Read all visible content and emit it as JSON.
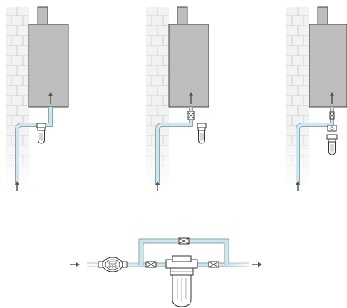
{
  "colors": {
    "background": "#ffffff",
    "brick_fill": "#f2f2f2",
    "brick_mortar": "#cfcfcf",
    "heater_fill": "#bdbdbd",
    "heater_stroke": "#444444",
    "pipe_outer": "#8aa7b4",
    "pipe_inner": "#cfe6f1",
    "arrow": "#555555",
    "component_stroke": "#333333",
    "component_fill": "#ffffff"
  },
  "icons": {
    "heater": "boiler-icon",
    "filter": "water-filter-icon",
    "meter": "water-meter-icon",
    "valve": "ball-valve-icon",
    "arrow": "flow-arrow-icon"
  },
  "installations": [
    {
      "variant": "single-filter"
    },
    {
      "variant": "filter-with-valve"
    },
    {
      "variant": "filter-with-valve-and-reducer"
    }
  ],
  "bypass_scheme": {
    "components": [
      "inlet-arrow",
      "water-meter",
      "inlet-valve",
      "filter",
      "outlet-valve",
      "bypass-valve",
      "outlet-arrow"
    ]
  }
}
